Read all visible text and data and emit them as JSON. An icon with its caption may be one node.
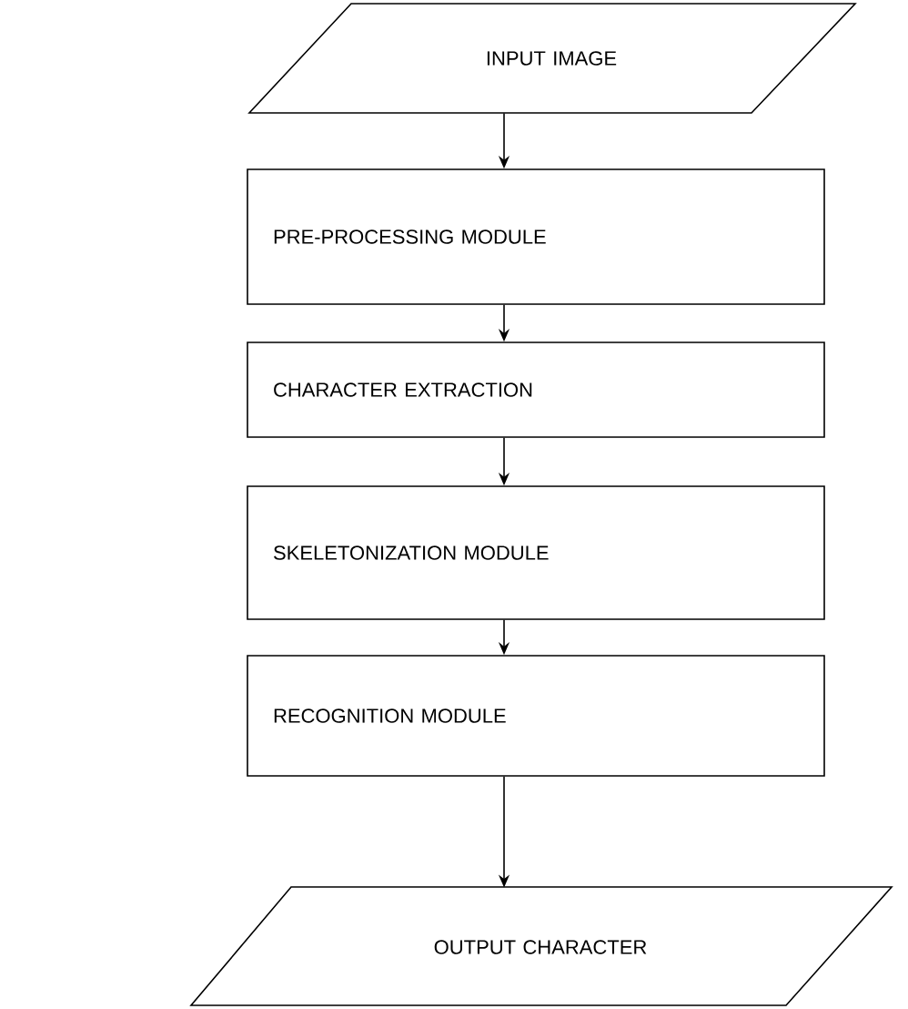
{
  "diagram": {
    "nodes": [
      {
        "text": [
          "INPUT IMAGE"
        ]
      },
      {
        "text": [
          "PRE-PROCESSING MODULE"
        ]
      },
      {
        "text": [
          "CHARACTER EXTRACTION"
        ]
      },
      {
        "text": [
          "SKELETONIZATION MODULE"
        ]
      },
      {
        "text": [
          "RECOGNITION MODULE"
        ]
      },
      {
        "text": [
          "OUTPUT CHARACTER"
        ]
      }
    ],
    "edges": [
      {
        "from": 0,
        "to": 1,
        "arrow": "to"
      },
      {
        "from": 1,
        "to": 2,
        "arrow": "to"
      },
      {
        "from": 2,
        "to": 3,
        "arrow": "to"
      },
      {
        "from": 3,
        "to": 4,
        "arrow": "to"
      },
      {
        "from": 4,
        "to": 5,
        "arrow": "to"
      }
    ]
  }
}
